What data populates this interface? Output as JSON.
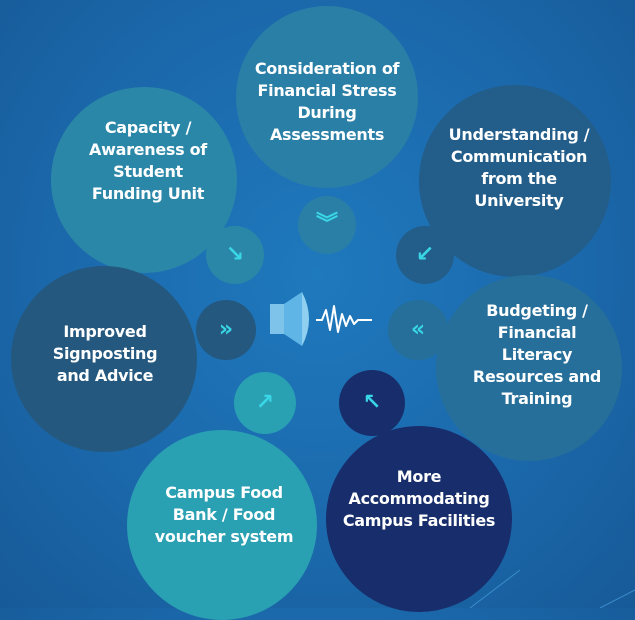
{
  "items": [
    {
      "label": "Consideration of Financial Stress During Assessments"
    },
    {
      "label": "Capacity / Awareness of Student Funding Unit"
    },
    {
      "label": "Understanding / Communication from the University"
    },
    {
      "label": "Improved Signposting and Advice"
    },
    {
      "label": "Budgeting / Financial Literacy Resources and Training"
    },
    {
      "label": "Campus Food Bank / Food voucher system"
    },
    {
      "label": "More Accommodating Campus Facilities"
    }
  ],
  "colors": {
    "background": "#1b69ac",
    "arrow": "#39d6e6",
    "deep_bubble": "#182d6b",
    "aqua_bubble": "#2aa0b3"
  },
  "icons": {
    "center": "speaker-sound-wave-icon",
    "pointer": "double-chevron-icon"
  }
}
